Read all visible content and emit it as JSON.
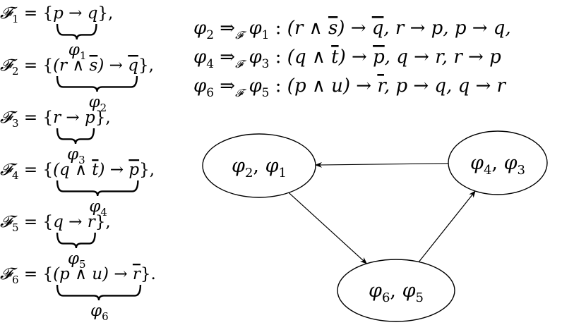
{
  "definitions": [
    {
      "lhs": "𝓕",
      "lhs_sub": "1",
      "body": "p → q",
      "sep": ",",
      "brace_label": "φ",
      "brace_sub": "1"
    },
    {
      "lhs": "𝓕",
      "lhs_sub": "2",
      "body_parts": [
        "(r ∧ ",
        "s",
        ") → ",
        "q"
      ],
      "sep": ",",
      "brace_label": "φ",
      "brace_sub": "2"
    },
    {
      "lhs": "𝓕",
      "lhs_sub": "3",
      "body": "r → p",
      "sep": ",",
      "brace_label": "φ",
      "brace_sub": "3"
    },
    {
      "lhs": "𝓕",
      "lhs_sub": "4",
      "body_parts": [
        "(q ∧ ",
        "t",
        ") → ",
        "p"
      ],
      "sep": ",",
      "brace_label": "φ",
      "brace_sub": "4"
    },
    {
      "lhs": "𝓕",
      "lhs_sub": "5",
      "body": "q → r",
      "sep": ",",
      "brace_label": "φ",
      "brace_sub": "5"
    },
    {
      "lhs": "𝓕",
      "lhs_sub": "6",
      "body_parts": [
        "(p ∧ u) → ",
        "r"
      ],
      "sep": ".",
      "brace_label": "φ",
      "brace_sub": "6"
    }
  ],
  "implications": [
    {
      "from_sub": "2",
      "to_sub": "1",
      "subscript": "𝓕",
      "rules_parts": [
        "(r ∧ ",
        "s",
        ") → ",
        "q",
        ", r → p, p → q,"
      ]
    },
    {
      "from_sub": "4",
      "to_sub": "3",
      "subscript": "𝓕",
      "rules_parts": [
        "(q ∧ ",
        "t",
        ") → ",
        "p",
        ", q → r, r → p"
      ]
    },
    {
      "from_sub": "6",
      "to_sub": "5",
      "subscript": "𝓕",
      "rules_parts": [
        "(p ∧ u) → ",
        "r",
        ", p → q, q → r"
      ]
    }
  ],
  "graph": {
    "nodes": [
      {
        "id": "n21",
        "label_a": "φ",
        "sub_a": "2",
        "label_b": "φ",
        "sub_b": "1"
      },
      {
        "id": "n43",
        "label_a": "φ",
        "sub_a": "4",
        "label_b": "φ",
        "sub_b": "3"
      },
      {
        "id": "n65",
        "label_a": "φ",
        "sub_a": "6",
        "label_b": "φ",
        "sub_b": "5"
      }
    ],
    "edges": [
      {
        "from": "n43",
        "to": "n21"
      },
      {
        "from": "n21",
        "to": "n65"
      },
      {
        "from": "n65",
        "to": "n43"
      }
    ]
  },
  "symbols": {
    "eq": "=",
    "lbrace": "{",
    "rbrace": "}",
    "implies": "⇒",
    "colon": ":",
    "comma": ","
  }
}
